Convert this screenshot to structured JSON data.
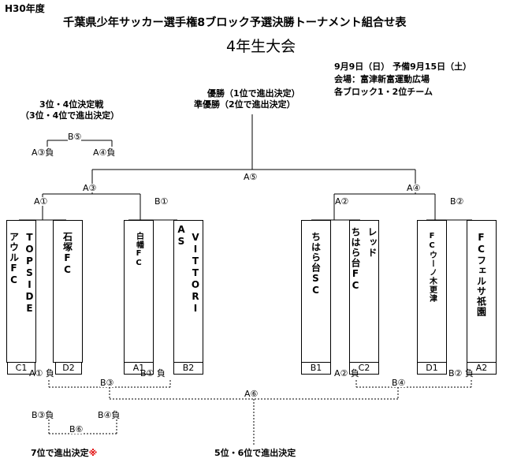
{
  "header": {
    "year_label": "H30年度",
    "title": "千葉県少年サッカー選手権8ブロック予選決勝トーナメント組合せ表",
    "subtitle": "4年生大会",
    "date": "9月9日（日）  予備9月15日（土）",
    "venue": "会場：富津新富運動広場",
    "qualify": "各ブロック1・2位チーム"
  },
  "notes": {
    "third_place_title": "3位・4位決定戦",
    "third_place_sub": "（3位・4位で進出決定）",
    "champion": "優勝（1位で進出決定）",
    "runner_up": "準優勝（2位で進出決定）",
    "seventh": "7位で進出決定",
    "seventh_mark": "※",
    "fifth_sixth": "5位・6位で進出決定"
  },
  "matches": {
    "A1": "A①",
    "A2": "A②",
    "A3": "A③",
    "A4": "A④",
    "A5": "A⑤",
    "A6": "A⑥",
    "B1": "B①",
    "B2": "B②",
    "B3": "B③",
    "B4": "B④",
    "B5": "B⑤",
    "B6": "B⑥"
  },
  "losers": {
    "a3": "A③負",
    "a4": "A④負",
    "a1": "A① 負",
    "b1": "B① 負",
    "a2": "A② 負",
    "b2": "B② 負",
    "b3": "B③負",
    "b4": "B④負"
  },
  "teams": [
    {
      "cols": [
        "アウルFC",
        "TOPSIDE"
      ],
      "code": "C1"
    },
    {
      "cols": [
        "石塚FC"
      ],
      "code": "D2"
    },
    {
      "cols": [
        "白幡FC"
      ],
      "code": "A1"
    },
    {
      "cols": [
        "AS",
        "VITTORI"
      ],
      "code": "B2"
    },
    {
      "cols": [
        "ちはら台SC"
      ],
      "code": "B1"
    },
    {
      "cols": [
        "ちはら台FC",
        "レッド"
      ],
      "code": "C2"
    },
    {
      "cols": [
        "FCウーノ木更津"
      ],
      "code": "D1"
    },
    {
      "cols": [
        "FCフェルサ祇園"
      ],
      "code": "A2"
    }
  ]
}
